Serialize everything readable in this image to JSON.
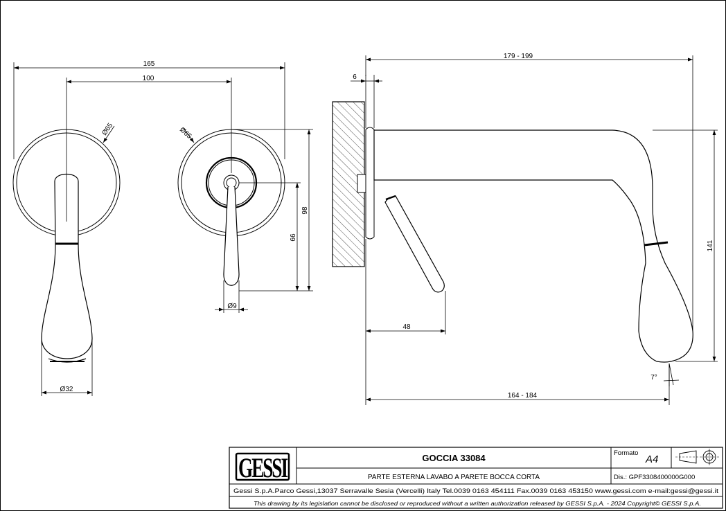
{
  "dimensions": {
    "front_overall_width": "165",
    "front_center_distance": "100",
    "rosette_left_diameter": "Ø65",
    "rosette_right_diameter": "Ø65",
    "spout_diameter": "Ø32",
    "lever_diameter": "Ø9",
    "rosette_height": "98",
    "lever_height": "66",
    "side_wall_offset": "6",
    "side_overall_length": "179 - 199",
    "side_height": "141",
    "lever_projection": "48",
    "spout_projection": "164 - 184",
    "spout_angle": "7°"
  },
  "title_block": {
    "logo": "GESSI",
    "product_title": "GOCCIA 33084",
    "product_description": "PARTE ESTERNA LAVABO A PARETE BOCCA CORTA",
    "format_label": "Formato",
    "format_value": "A4",
    "drawing_number": "Dis.: GPF3308400000G000",
    "company_address": "Gessi S.p.A.Parco Gessi,13037 Serravalle Sesia (Vercelli) Italy Tel.0039 0163 454111 Fax.0039 0163 453150 www.gessi.com e-mail:gessi@gessi.it",
    "legal_notice": "This drawing by its legislation cannot be disclosed or reproduced without a written authorization released by GESSI S.p.A. - 2024 Copyright© GESSI S.p.A."
  },
  "icons": {
    "projection_symbol": "first-angle-projection-icon"
  }
}
